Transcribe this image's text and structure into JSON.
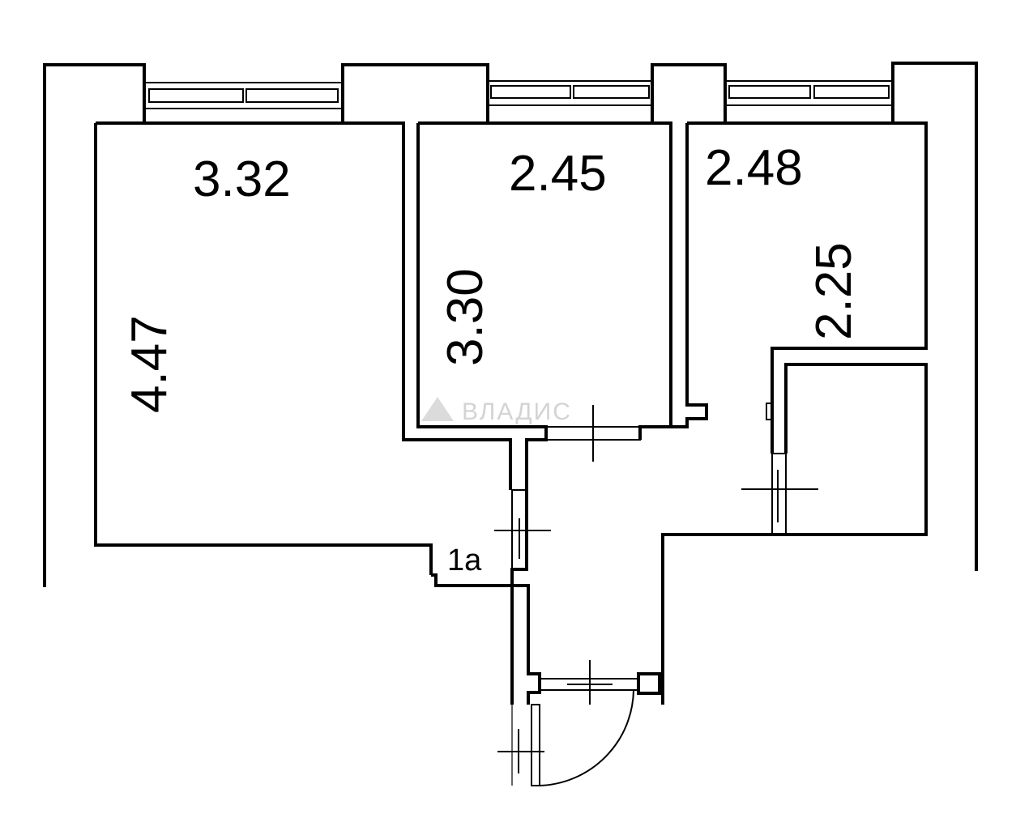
{
  "plan": {
    "room_dimensions": {
      "room1_width": "3.32",
      "room1_length": "4.47",
      "room2_width": "2.45",
      "room2_length": "3.30",
      "room3_width": "2.48",
      "room3_length": "2.25"
    },
    "room_tag": "1а",
    "watermark": "ВЛАДИС"
  }
}
